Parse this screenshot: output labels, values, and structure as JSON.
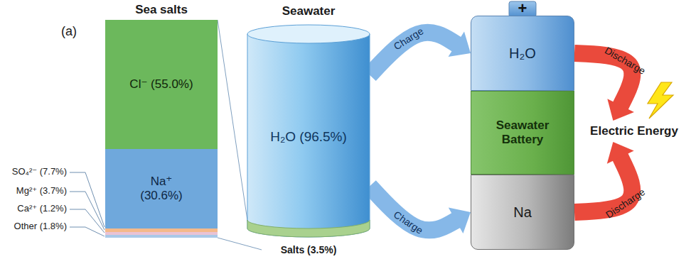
{
  "diagram": {
    "nodes": [
      {
        "text": [
          "Sea salts"
        ]
      },
      {
        "text": [
          "Cl⁻ (55.0%)"
        ],
        "in": 0
      },
      {
        "text": [
          "Na⁺ (30.6%)"
        ],
        "in": 0
      },
      {
        "text": [
          "Seawater",
          "H₂O (96.5%)"
        ]
      },
      {
        "text": [
          "Salts (3.5%)"
        ],
        "in": 3
      },
      {
        "text": [
          "+"
        ]
      },
      {
        "text": [
          "H₂O"
        ],
        "in": 5
      },
      {
        "text": [
          "Seawater Battery"
        ],
        "in": 5
      },
      {
        "text": [
          "Na"
        ],
        "in": 5
      },
      {
        "text": [
          "Electric Energy"
        ]
      }
    ],
    "edges": [
      {
        "from": 3,
        "to": 6,
        "label": "Charge",
        "arrow": "to"
      },
      {
        "from": 3,
        "to": 8,
        "label": "Charge",
        "arrow": "to"
      },
      {
        "from": 6,
        "to": 9,
        "label": "Discharge",
        "arrow": "to"
      },
      {
        "from": 8,
        "to": 9,
        "label": "Discharge",
        "arrow": "to"
      }
    ],
    "labels": [
      "(a)",
      "SO₄²⁻ (7.7%)",
      "Mg²⁺ (3.7%)",
      "Ca²⁺ (1.2%)",
      "Other (1.8%)"
    ]
  }
}
